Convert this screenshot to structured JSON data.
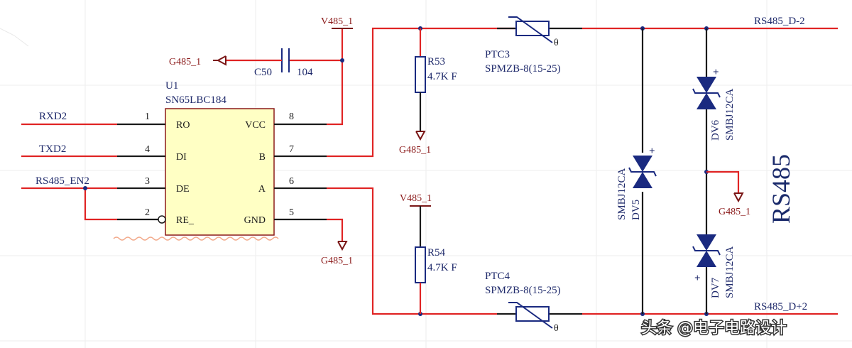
{
  "chip": {
    "ref": "U1",
    "part": "SN65LBC184"
  },
  "pins": {
    "ro": "RO",
    "di": "DI",
    "de": "DE",
    "re": "RE_",
    "vcc": "VCC",
    "b": "B",
    "a": "A",
    "gnd": "GND",
    "n1": "1",
    "n2": "2",
    "n3": "3",
    "n4": "4",
    "n5": "5",
    "n6": "6",
    "n7": "7",
    "n8": "8"
  },
  "nets": {
    "rxd": "RXD2",
    "txd": "TXD2",
    "en": "RS485_EN2",
    "d_minus": "RS485_D-2",
    "d_plus": "RS485_D+2",
    "v485": "V485_1",
    "g485": "G485_1"
  },
  "parts": {
    "c50_ref": "C50",
    "c50_val": "104",
    "r53_ref": "R53",
    "r53_val": "4.7K F",
    "r54_ref": "R54",
    "r54_val": "4.7K F",
    "ptc3_ref": "PTC3",
    "ptc4_ref": "PTC4",
    "ptc_val": "SPMZB-8(15-25)",
    "theta": "θ",
    "dv5_ref": "DV5",
    "dv6_ref": "DV6",
    "dv7_ref": "DV7",
    "tvs_val": "SMBJ12CA",
    "plus": "+"
  },
  "title": "RS485",
  "watermark": "头条 @电子电路设计"
}
